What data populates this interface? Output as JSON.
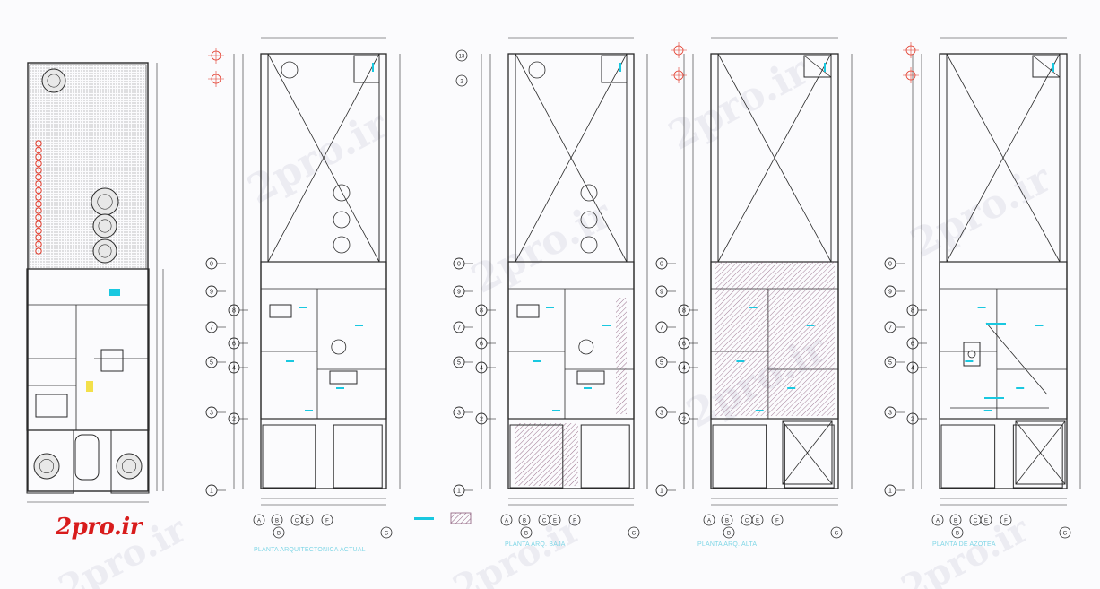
{
  "watermark": {
    "text": "2pro.ir"
  },
  "logo": {
    "text": "2pro.ir"
  },
  "plans": [
    {
      "id": "site",
      "caption": ""
    },
    {
      "id": "arq-actual",
      "caption": "PLANTA ARQUITECTONICA ACTUAL"
    },
    {
      "id": "baja",
      "caption": "PLANTA ARQ. BAJA"
    },
    {
      "id": "alta",
      "caption": "PLANTA ARQ. ALTA"
    },
    {
      "id": "azotea",
      "caption": "PLANTA DE AZOTEA"
    }
  ],
  "grid": {
    "letters": [
      "A",
      "B",
      "C",
      "E",
      "F",
      "G"
    ],
    "letters_lower": [
      "B",
      "G"
    ],
    "left_markers": [
      "0",
      "9",
      "7",
      "5",
      "3",
      "1"
    ],
    "right_markers": [
      "8",
      "6",
      "4",
      "2"
    ],
    "top_markers": [
      "13",
      "2"
    ]
  },
  "colors": {
    "line": "#2a2a2a",
    "cyan": "#19c8e0",
    "red": "#e23a2a",
    "hatch": "#8a5a7a",
    "logo": "#d81c1c"
  }
}
